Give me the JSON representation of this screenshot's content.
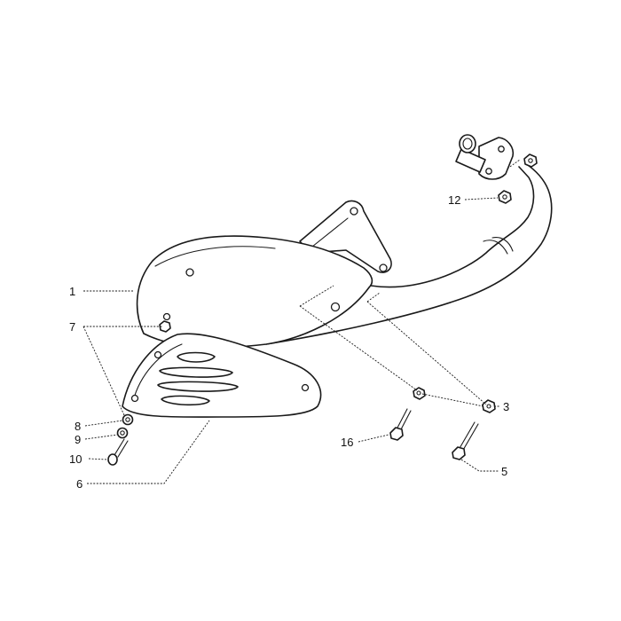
{
  "callouts": {
    "c1": "1",
    "c3": "3",
    "c5": "5",
    "c6": "6",
    "c7": "7",
    "c8": "8",
    "c9": "9",
    "c10": "10",
    "c12": "12",
    "c16": "16"
  },
  "colors": {
    "ink": "#1a1a1a",
    "background": "#ffffff"
  }
}
